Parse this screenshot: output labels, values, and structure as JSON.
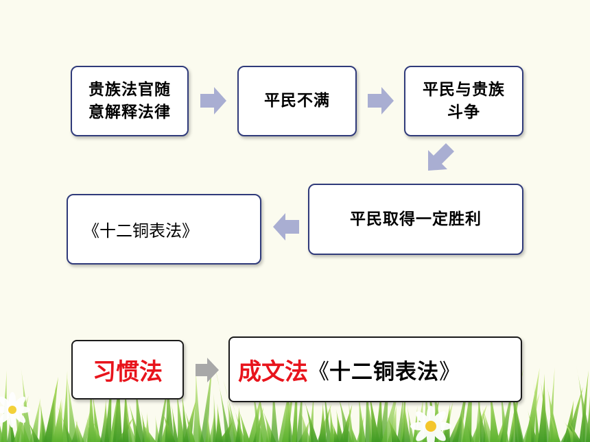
{
  "flow": {
    "step1": [
      "贵族法官随",
      "意解释法律"
    ],
    "step2": "平民不满",
    "step3": [
      "平民与贵族",
      "斗争"
    ],
    "step4": "平民取得一定胜利",
    "step5": "《十二铜表法》"
  },
  "bottom": {
    "left": "习惯法",
    "right_red": "成文法",
    "right_open": "《",
    "right_title": "十二铜表法",
    "right_close": "》"
  },
  "colors": {
    "box_border": "#2f3a7a",
    "arrow_fill": "#a9aed2",
    "red": "#e8141c",
    "grass": "#7dc23e"
  },
  "icons": [
    "arrow-right-icon",
    "arrow-down-left-icon",
    "arrow-left-icon",
    "arrow-right-gray-icon",
    "grass-decoration",
    "daisy-flower-icon"
  ]
}
